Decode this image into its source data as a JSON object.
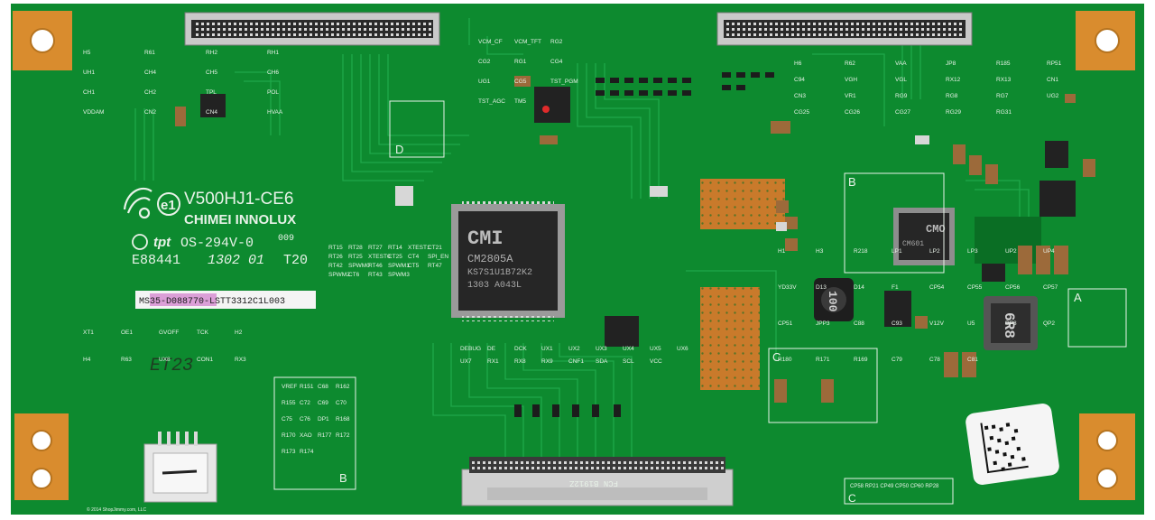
{
  "board": {
    "model": "V500HJ1-CE6",
    "maker": "CHIMEI INNOLUX",
    "ul_rating": "OS-294V-0",
    "ul_brand": "tpt",
    "ul_file": "E88441",
    "date_code": "1302 01",
    "t_code": "T20",
    "revision_tag": "009",
    "e1_mark": "e1",
    "handwritten_mark": "ET23",
    "part_sticker": "MS35-D088770-LSTT3312C1L003",
    "copyright": "© 2014 ShopJimmy.com, LLC",
    "fcn_label": "FCN B1912Z"
  },
  "chips": {
    "main_brand": "CMI",
    "main_part": "CM2805A",
    "main_lot": "KS7S1U1B72K2",
    "main_date": "1303 A043L",
    "right_brand": "CMO",
    "right_part": "CM601",
    "inductor_left": "100",
    "inductor_right": "6R8"
  },
  "section_labels": [
    "D",
    "B",
    "C",
    "A",
    "B",
    "C"
  ],
  "silk_refs": {
    "top_left": [
      "H5",
      "R61",
      "RH2",
      "RH1",
      "UH1",
      "CH4",
      "CH5",
      "CH6",
      "CH1",
      "CH2",
      "TPL",
      "POL",
      "VDDAM",
      "CN2",
      "CN4",
      "HVAA"
    ],
    "top_mid": [
      "VCM_CF",
      "VCM_TFT",
      "RG2",
      "CG2",
      "RG1",
      "CG4",
      "UG1",
      "CG5",
      "TST_PGM",
      "TST_AGC",
      "TM5"
    ],
    "top_right": [
      "H6",
      "R62",
      "VAA",
      "JP8",
      "R185",
      "RP51",
      "C94",
      "VGH",
      "VGL",
      "RX12",
      "RX13",
      "CN1",
      "CN3",
      "VR1",
      "RG9",
      "RG8",
      "RG7",
      "UG2",
      "CG25",
      "CG26",
      "CG27",
      "RG29",
      "RG31"
    ],
    "left_lower": [
      "XT1",
      "OE1",
      "GVOFF",
      "TCK",
      "H2",
      "H4",
      "R63",
      "UX8",
      "CON1",
      "RX3"
    ],
    "mid_block": [
      "RT15",
      "RT28",
      "RT27",
      "RT14",
      "XTEST1",
      "CT21",
      "RT26",
      "RT25",
      "XTEST0",
      "CT25",
      "CT4",
      "SPI_EN",
      "RT42",
      "SPWM0",
      "RT46",
      "SPWM1",
      "CT5",
      "RT47",
      "SPWM2",
      "CT6",
      "RT43",
      "SPWM3"
    ],
    "b_block": [
      "VREF",
      "R151",
      "C68",
      "R162",
      "R155",
      "C72",
      "C69",
      "C70",
      "C75",
      "C76",
      "DP1",
      "R168",
      "R170",
      "XAO",
      "R177",
      "R172",
      "R173",
      "R174"
    ],
    "bottom": [
      "DEBUG",
      "DE",
      "DCK",
      "UX1",
      "UX2",
      "UX3",
      "UX4",
      "UX5",
      "UX6",
      "UX7",
      "RX1",
      "RX8",
      "RX9",
      "CNF1",
      "SDA",
      "SCL",
      "VCC"
    ],
    "right_lower": [
      "H1",
      "H3",
      "R218",
      "LP1",
      "LP2",
      "LP3",
      "UP2",
      "UP4",
      "YD33V",
      "D13",
      "D14",
      "F1",
      "CP54",
      "CP55",
      "CP56",
      "CP57",
      "CP51",
      "JPP3",
      "C88",
      "C93",
      "V12V",
      "U5",
      "DP3",
      "QP2",
      "R180",
      "R171",
      "R169",
      "C79",
      "C78",
      "C81"
    ],
    "right_bottom_box": "CP58 RP21 CP49 CP50 CP60 RP28"
  },
  "colors": {
    "pcb": "#0d8a2f",
    "pcb_dark": "#0a6e24",
    "trace": "#1fa84a",
    "pad_gold": "#d98c2e",
    "silk": "#e8f2e8"
  }
}
